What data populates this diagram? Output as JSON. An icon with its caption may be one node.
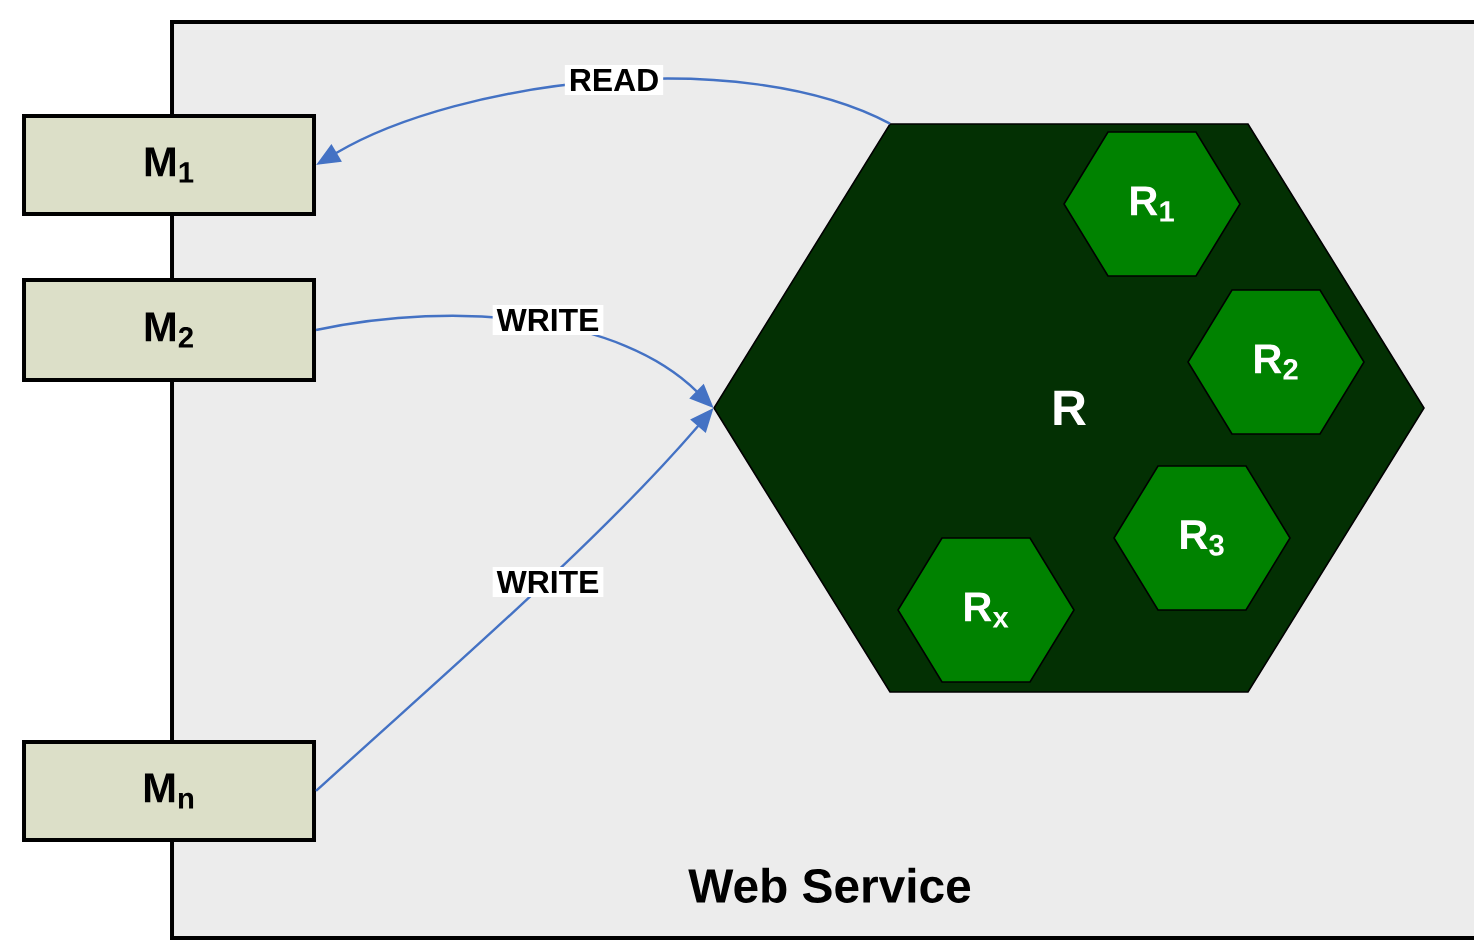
{
  "diagram": {
    "nodes": [
      {
        "text": [
          "Web Service"
        ]
      },
      {
        "text": [
          "M$_{1}$"
        ]
      },
      {
        "text": [
          "M$_{2}$"
        ]
      },
      {
        "text": [
          "M$_{n}$"
        ]
      },
      {
        "text": [
          "R"
        ],
        "in": 0
      },
      {
        "text": [
          "R$_{1}$"
        ],
        "in": 4
      },
      {
        "text": [
          "R$_{2}$"
        ],
        "in": 4
      },
      {
        "text": [
          "R$_{3}$"
        ],
        "in": 4
      },
      {
        "text": [
          "R$_{x}$"
        ],
        "in": 4
      }
    ],
    "edges": [
      {
        "from": 4,
        "to": 1,
        "arrow": "to",
        "label": "READ"
      },
      {
        "from": 2,
        "to": 4,
        "arrow": "to",
        "label": "WRITE"
      },
      {
        "from": 3,
        "to": 4,
        "arrow": "to",
        "label": "WRITE"
      }
    ]
  }
}
